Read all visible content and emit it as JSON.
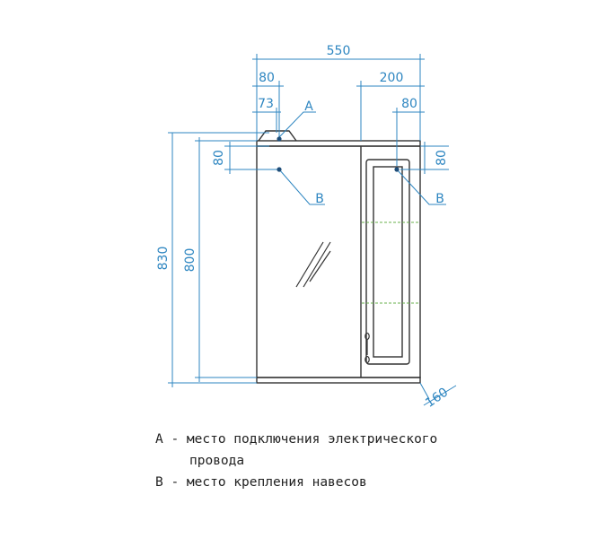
{
  "colors": {
    "dimension": "#2e86c1",
    "outline": "#333333",
    "legend_text": "#222222",
    "hint": "#6ab04c"
  },
  "dimensions": {
    "total_width": "550",
    "left_offset_80": "80",
    "left_offset_73": "73",
    "door_width": "200",
    "door_offset_80": "80",
    "height_830": "830",
    "height_800": "800",
    "left_v_80": "80",
    "right_v_80": "80",
    "depth": "160"
  },
  "callouts": {
    "a": "A",
    "b_left": "B",
    "b_right": "B"
  },
  "legend": {
    "a_line1": "A - место подключения электрического",
    "a_line2": "провода",
    "b_line": "B - место крепления навесов"
  }
}
